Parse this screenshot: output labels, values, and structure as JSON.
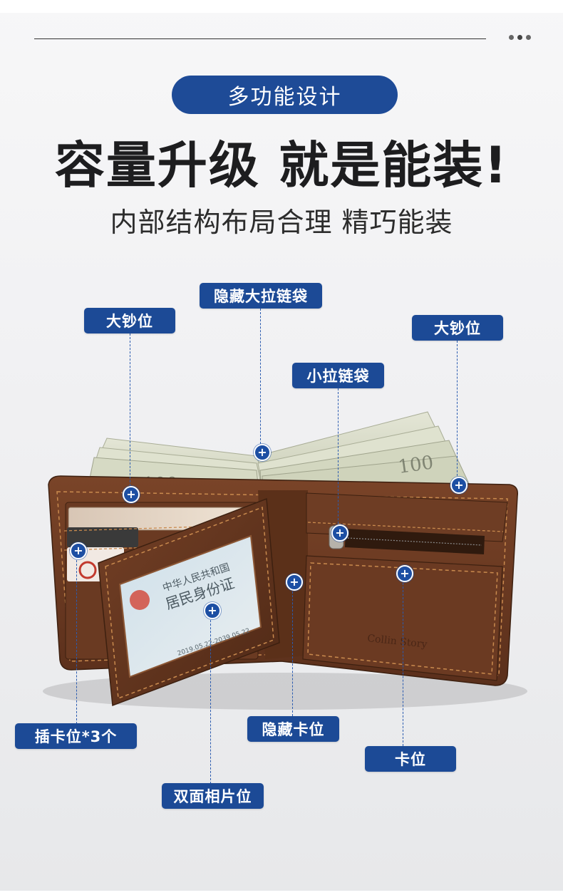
{
  "header": {
    "pill_text": "多功能设计",
    "headline": "容量升级 就是能装!",
    "subline": "内部结构布局合理 精巧能装"
  },
  "callouts": [
    {
      "id": "hidden-large-zipper",
      "label": "隐藏大拉链袋"
    },
    {
      "id": "large-bill-left",
      "label": "大钞位"
    },
    {
      "id": "large-bill-right",
      "label": "大钞位"
    },
    {
      "id": "small-zipper",
      "label": "小拉链袋"
    },
    {
      "id": "card-slots-3",
      "label": "插卡位*3个"
    },
    {
      "id": "hidden-card",
      "label": "隐藏卡位"
    },
    {
      "id": "card-slot",
      "label": "卡位"
    },
    {
      "id": "double-photo",
      "label": "双面相片位"
    }
  ],
  "id_card_text": {
    "line1": "中华人民共和国",
    "line2": "居民身份证",
    "date": "2019.05.22-2039.05.22"
  },
  "brand_emboss": "Collin Story",
  "banknote_value": "100",
  "colors": {
    "accent": "#1c4a96",
    "leather": "#6b3a22",
    "stitch": "#c98a4e",
    "banknote": "#d9dccb"
  },
  "icons": {
    "marker": "plus-circle-icon"
  }
}
